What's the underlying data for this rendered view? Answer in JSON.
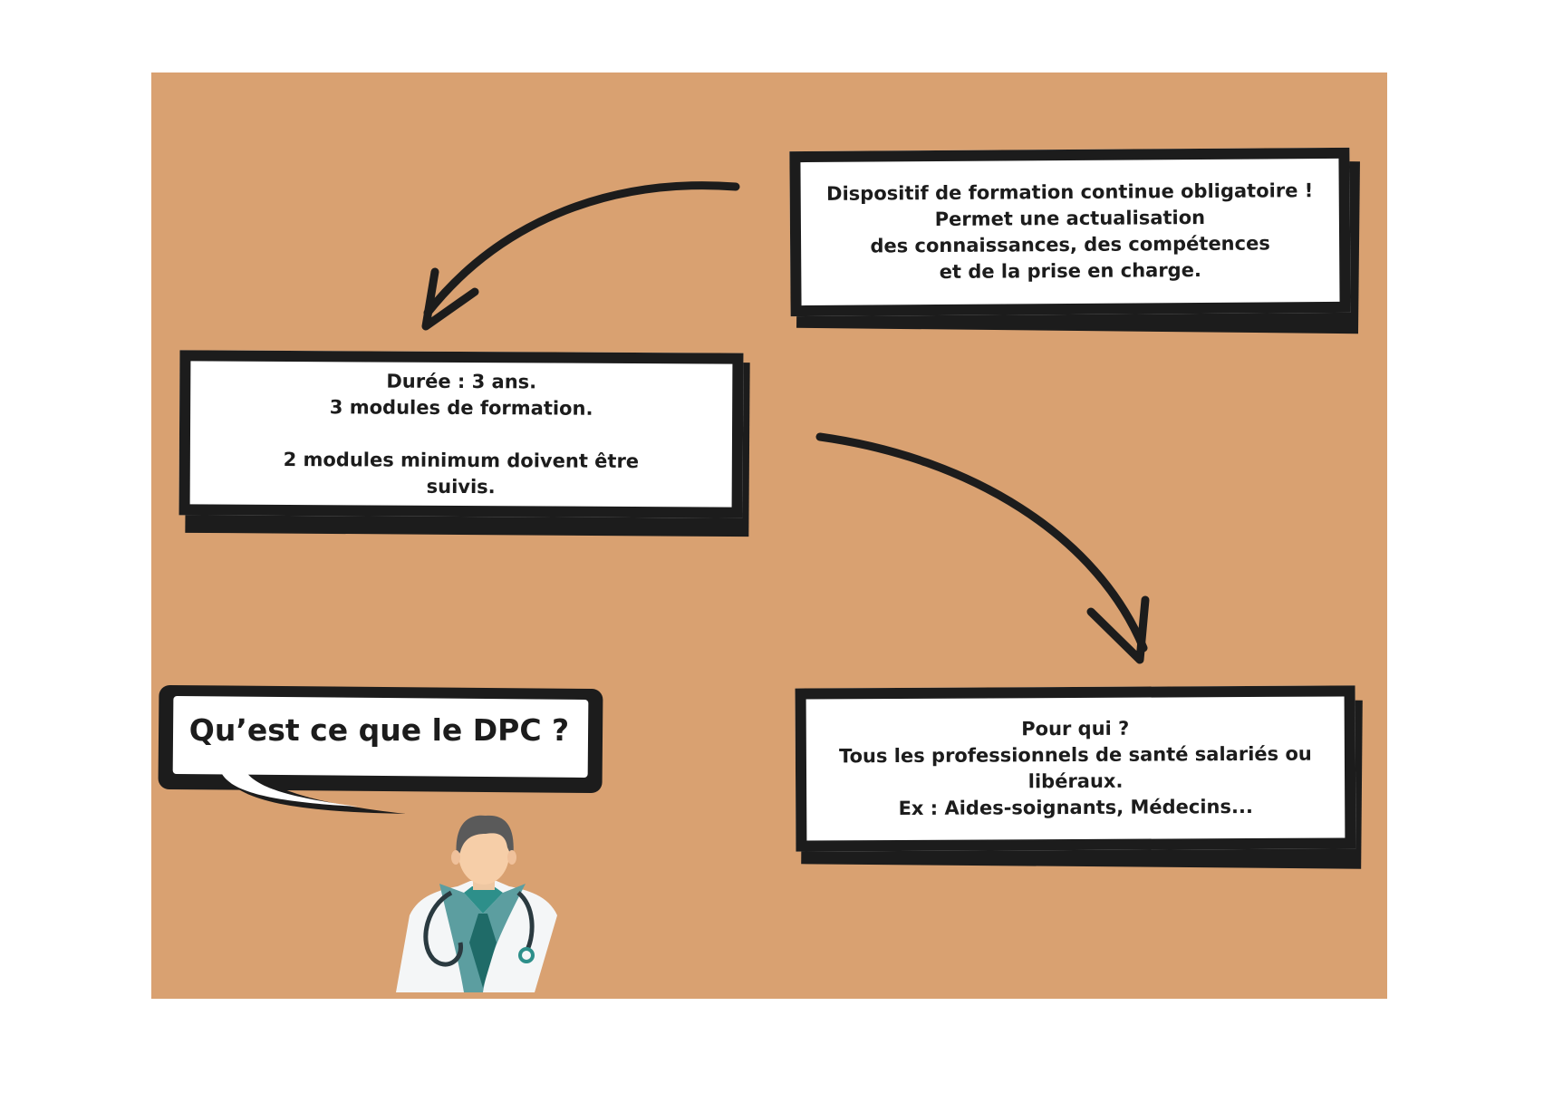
{
  "boxes": {
    "definition": "Dispositif de formation continue obligatoire !\nPermet une actualisation\ndes connaissances, des compétences\net de la prise en charge.",
    "duration": "Durée : 3 ans.\n3 modules de formation.\n\n2 modules minimum doivent être\nsuivis.",
    "audience": "Pour qui ?\nTous les professionnels de santé salariés ou\nlibéraux.\nEx : Aides-soignants, Médecins..."
  },
  "question": "Qu’est ce que le DPC ?",
  "colors": {
    "board": "#d9a171",
    "ink": "#1c1c1c",
    "coat": "#f4f6f7",
    "teal": "#2d8f8a"
  }
}
